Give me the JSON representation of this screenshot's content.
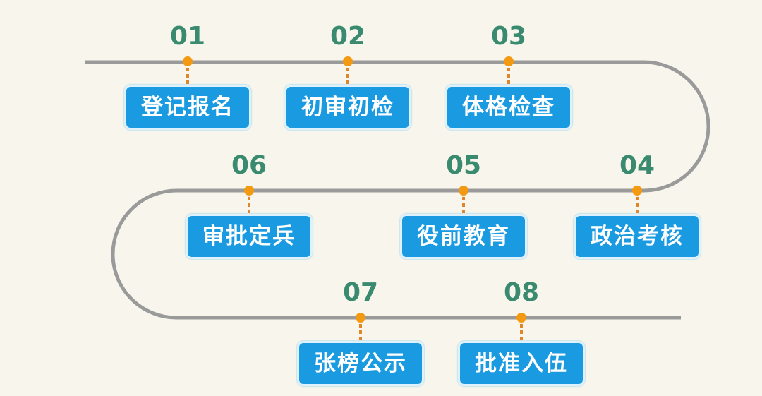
{
  "colors": {
    "background": "#f8f6ec",
    "track": "#9a9a9a",
    "number": "#3a8a70",
    "dot": "#f39a12",
    "box": "#1a9ae0"
  },
  "steps": [
    {
      "number": "01",
      "label": "登记报名"
    },
    {
      "number": "02",
      "label": "初审初检"
    },
    {
      "number": "03",
      "label": "体格检查"
    },
    {
      "number": "04",
      "label": "政治考核"
    },
    {
      "number": "05",
      "label": "役前教育"
    },
    {
      "number": "06",
      "label": "审批定兵"
    },
    {
      "number": "07",
      "label": "张榜公示"
    },
    {
      "number": "08",
      "label": "批准入伍"
    }
  ]
}
